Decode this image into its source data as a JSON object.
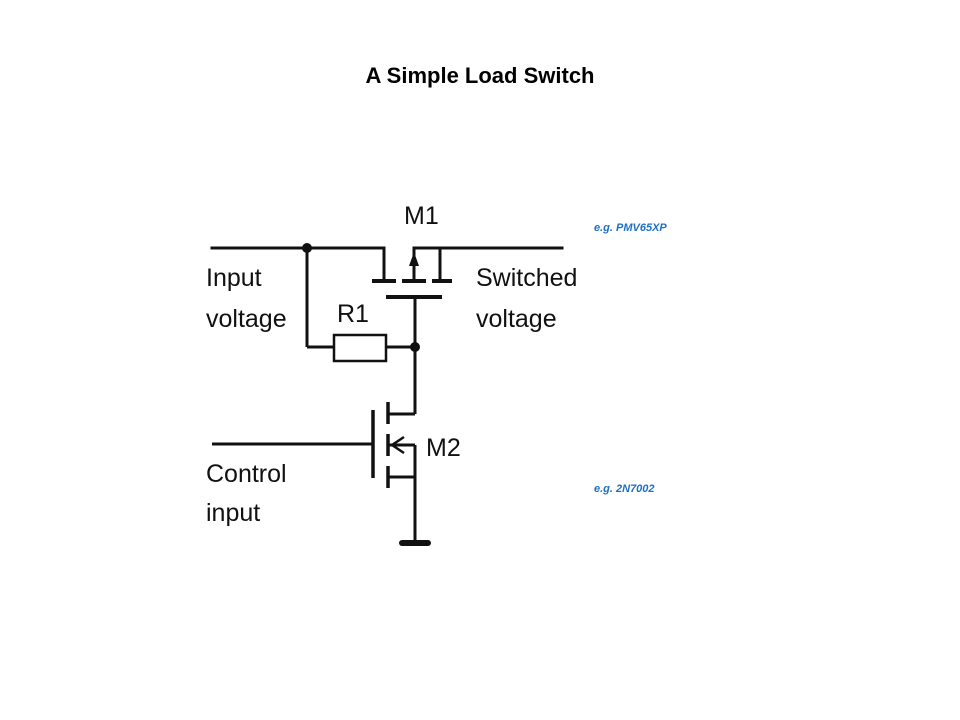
{
  "title": "A Simple Load Switch",
  "labels": {
    "m1": "M1",
    "m2": "M2",
    "r1": "R1",
    "input_line1": "Input",
    "input_line2": "voltage",
    "switched_line1": "Switched",
    "switched_line2": "voltage",
    "control_line1": "Control",
    "control_line2": "input"
  },
  "notes": {
    "m1_part": "e.g. PMV65XP",
    "m2_part": "e.g. 2N7002"
  },
  "colors": {
    "note": "#1f6fc4",
    "wire": "#111111"
  }
}
